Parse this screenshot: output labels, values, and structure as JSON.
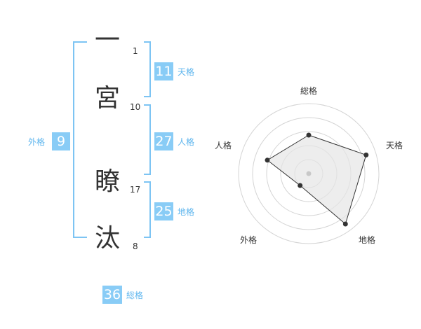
{
  "characters": [
    {
      "char": "一",
      "strokes": "1"
    },
    {
      "char": "宮",
      "strokes": "10"
    },
    {
      "char": "瞭",
      "strokes": "17"
    },
    {
      "char": "汰",
      "strokes": "8"
    }
  ],
  "fortunes": {
    "tenkaku": {
      "label": "天格",
      "value": "11"
    },
    "jinkaku": {
      "label": "人格",
      "value": "27"
    },
    "chikaku": {
      "label": "地格",
      "value": "25"
    },
    "gaikaku": {
      "label": "外格",
      "value": "9"
    },
    "soukaku": {
      "label": "総格",
      "value": "36"
    }
  },
  "radar": {
    "axes": [
      "総格",
      "天格",
      "地格",
      "外格",
      "人格"
    ],
    "levels": [
      0.55,
      0.86,
      0.89,
      0.21,
      0.62
    ],
    "ring_count": 5
  },
  "colors": {
    "accent": "#89ccf6",
    "bracket": "#7dc4f3",
    "label": "#5fb6ee",
    "polygon_fill": "#e6e6e6",
    "text": "#333333"
  }
}
